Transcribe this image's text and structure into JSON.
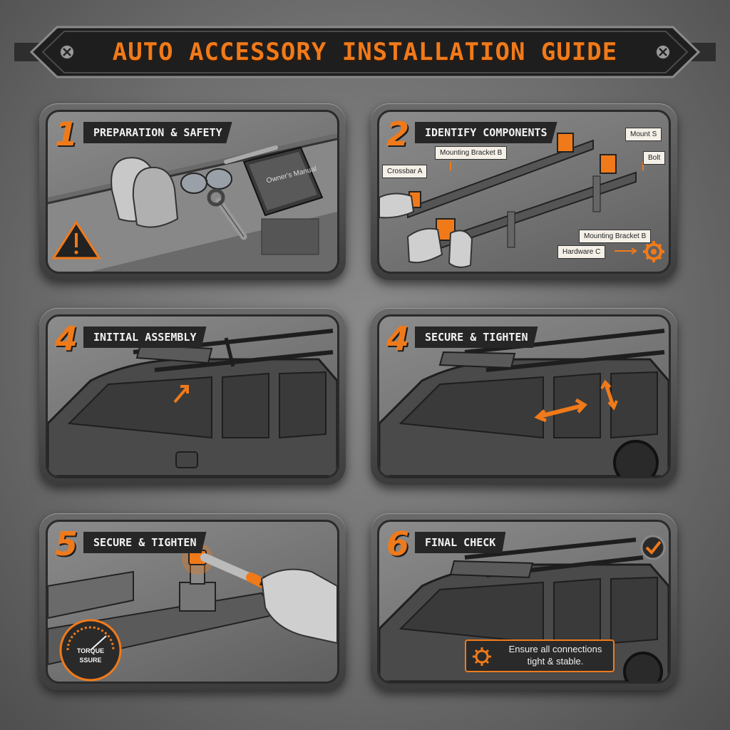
{
  "title": "AUTO ACCESSORY INSTALLATION GUIDE",
  "colors": {
    "accent": "#f07a1a",
    "dark": "#262626",
    "metal": "#7a7a7a"
  },
  "panels": [
    {
      "number": "1",
      "label": "PREPARATION & SAFETY",
      "manual_text": "Owner's Manual"
    },
    {
      "number": "2",
      "label": "IDENTIFY COMPONENTS",
      "callouts": {
        "bracket_top": "Mounting Bracket B",
        "crossbar_a": "Crossbar A",
        "mount_right": "Mount S",
        "bolt_right": "Bolt",
        "bracket_bottom": "Mounting Bracket B",
        "hardware": "Hardware C"
      }
    },
    {
      "number": "4",
      "label": "INITIAL ASSEMBLY"
    },
    {
      "number": "4",
      "label": "SECURE & TIGHTEN"
    },
    {
      "number": "5",
      "label": "SECURE & TIGHTEN",
      "gauge_line1": "TORQUE",
      "gauge_line2": "SSURE"
    },
    {
      "number": "6",
      "label": "FINAL CHECK",
      "note_line1": "Ensure all connections",
      "note_line2": "tight & stable."
    }
  ],
  "icons": [
    "warning-icon",
    "gear-icon",
    "checkmark-icon",
    "screw-icon",
    "arrow-icon",
    "wrench-icon"
  ]
}
